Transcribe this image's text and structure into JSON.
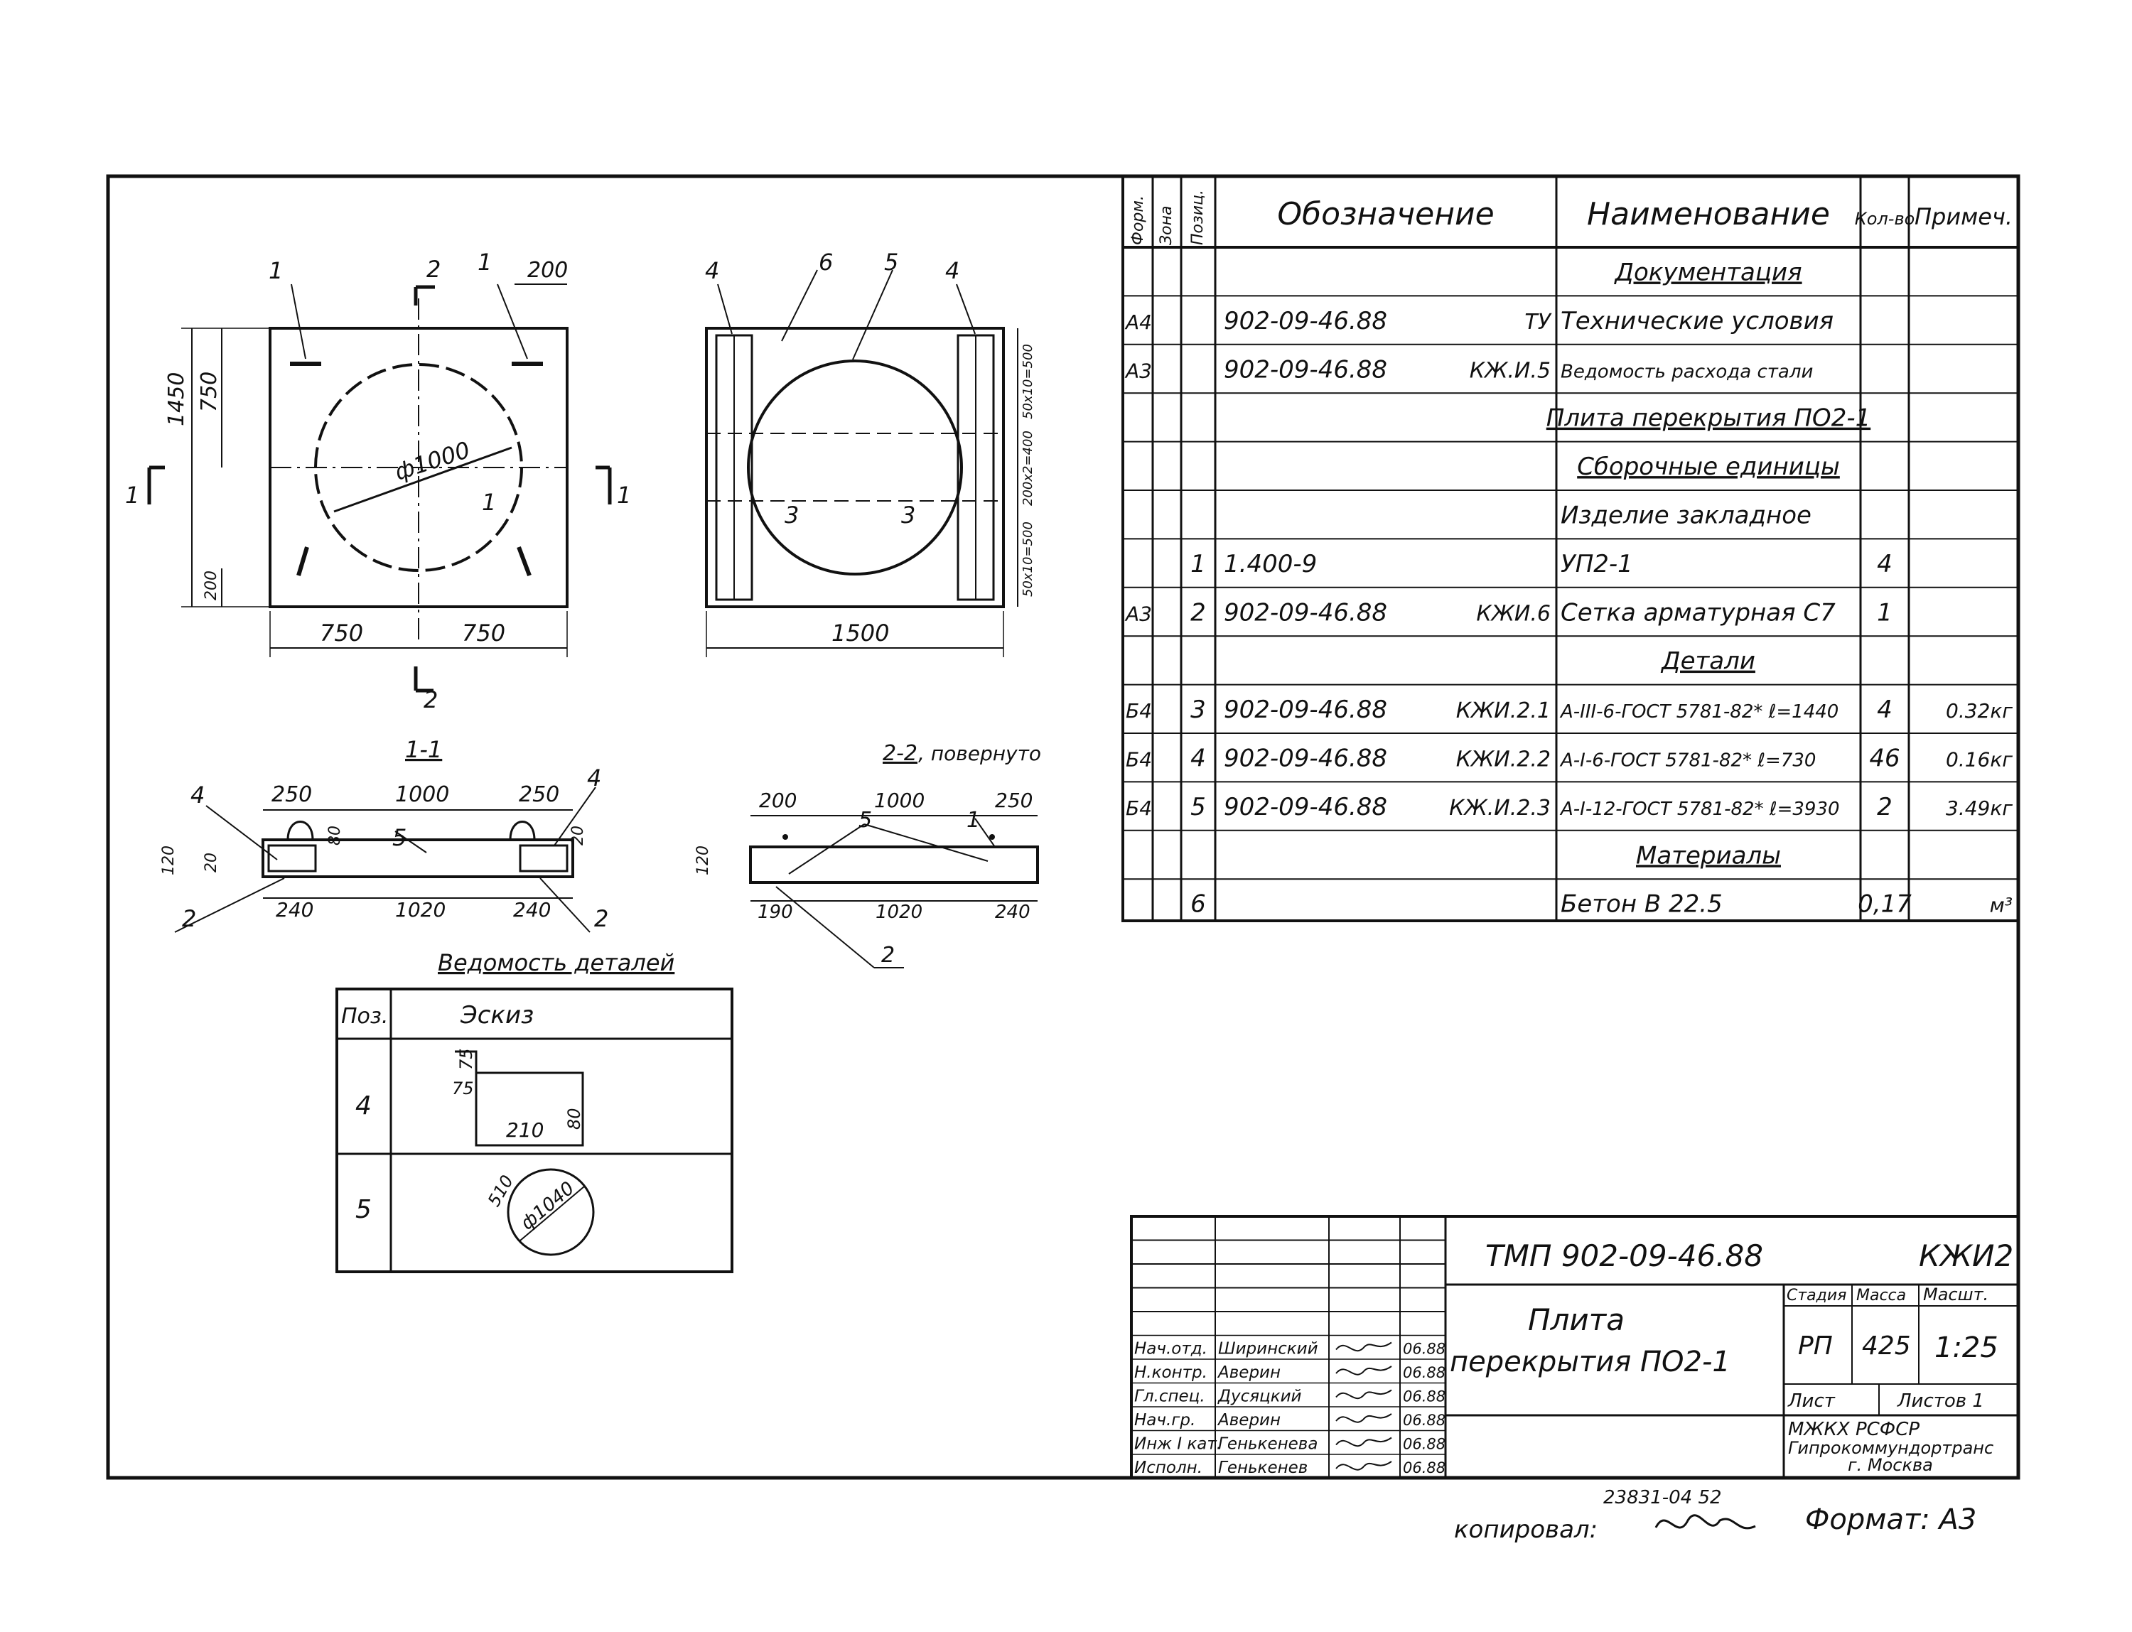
{
  "spec": {
    "headers": {
      "format": "Форм.",
      "zone": "Зона",
      "pos": "Позиц.",
      "designation": "Обозначение",
      "name": "Наименование",
      "qty": "Кол-во",
      "note": "Примеч."
    },
    "rows": [
      {
        "format": "",
        "pos": "",
        "des": "",
        "code": "",
        "name": "Документация",
        "qty": "",
        "note": "",
        "heading": true
      },
      {
        "format": "А4",
        "pos": "",
        "des": "902-09-46.88",
        "code": "ТУ",
        "name": "Технические условия",
        "qty": "",
        "note": "",
        "heading": false
      },
      {
        "format": "А3",
        "pos": "",
        "des": "902-09-46.88",
        "code": "КЖ.И.5",
        "name": "Ведомость расхода стали",
        "qty": "",
        "note": "",
        "heading": false
      },
      {
        "format": "",
        "pos": "",
        "des": "",
        "code": "",
        "name": "Плита перекрытия ПО2-1",
        "qty": "",
        "note": "",
        "heading": true
      },
      {
        "format": "",
        "pos": "",
        "des": "",
        "code": "",
        "name": "Сборочные единицы",
        "qty": "",
        "note": "",
        "heading": true
      },
      {
        "format": "",
        "pos": "",
        "des": "",
        "code": "",
        "name": "Изделие закладное",
        "qty": "",
        "note": "",
        "heading": false
      },
      {
        "format": "",
        "pos": "1",
        "des": "1.400-9",
        "code": "",
        "name": "УП2-1",
        "qty": "4",
        "note": "",
        "heading": false
      },
      {
        "format": "А3",
        "pos": "2",
        "des": "902-09-46.88",
        "code": "КЖИ.6",
        "name": "Сетка арматурная С7",
        "qty": "1",
        "note": "",
        "heading": false
      },
      {
        "format": "",
        "pos": "",
        "des": "",
        "code": "",
        "name": "Детали",
        "qty": "",
        "note": "",
        "heading": true
      },
      {
        "format": "Б4",
        "pos": "3",
        "des": "902-09-46.88",
        "code": "КЖИ.2.1",
        "name": "А-III-6-ГОСТ 5781-82* ℓ=1440",
        "qty": "4",
        "note": "0.32кг",
        "heading": false
      },
      {
        "format": "Б4",
        "pos": "4",
        "des": "902-09-46.88",
        "code": "КЖИ.2.2",
        "name": "А-I-6-ГОСТ 5781-82* ℓ=730",
        "qty": "46",
        "note": "0.16кг",
        "heading": false
      },
      {
        "format": "Б4",
        "pos": "5",
        "des": "902-09-46.88",
        "code": "КЖ.И.2.3",
        "name": "А-I-12-ГОСТ 5781-82* ℓ=3930",
        "qty": "2",
        "note": "3.49кг",
        "heading": false
      },
      {
        "format": "",
        "pos": "",
        "des": "",
        "code": "",
        "name": "Материалы",
        "qty": "",
        "note": "",
        "heading": true
      },
      {
        "format": "",
        "pos": "6",
        "des": "",
        "code": "",
        "name": "Бетон В 22.5",
        "qty": "0,17",
        "note": "м³",
        "heading": false
      }
    ]
  },
  "plan": {
    "dims": {
      "height": "1450",
      "half_height": "750",
      "edge": "200",
      "bottom_edge": "200",
      "left": "750",
      "right": "750",
      "diameter": "ф1000"
    },
    "callouts": [
      "1",
      "1",
      "1",
      "1",
      "1"
    ],
    "section_marks": {
      "s1": "1",
      "s2": "2"
    }
  },
  "view2": {
    "callouts": [
      "4",
      "6",
      "5",
      "4",
      "3",
      "3"
    ],
    "dims": {
      "width": "1500",
      "d1": "50х10=500",
      "d2": "200х2=400",
      "d3": "50х10=500"
    }
  },
  "section11": {
    "title": "1-1",
    "dims": [
      "250",
      "1000",
      "250",
      "240",
      "1020",
      "240",
      "120",
      "20",
      "80",
      "20"
    ],
    "callouts": [
      "4",
      "5",
      "4",
      "2",
      "2"
    ]
  },
  "section22": {
    "title": "2-2",
    "subtitle": ", повернуто",
    "dims": [
      "200",
      "1000",
      "250",
      "190",
      "1020",
      "240",
      "120"
    ],
    "callouts": [
      "5",
      "1",
      "2"
    ]
  },
  "details": {
    "title": "Ведомость деталей",
    "col_pos": "Поз.",
    "col_sketch": "Эскиз",
    "rows": [
      {
        "pos": "4",
        "dims": [
          "75",
          "75",
          "80",
          "210"
        ]
      },
      {
        "pos": "5",
        "dims": [
          "510",
          "ф1040"
        ]
      }
    ]
  },
  "titleblock": {
    "code": "ТМП  902-09-46.88",
    "sheet_code": "КЖИ2",
    "name_line1": "Плита",
    "name_line2": "перекрытия  ПО2-1",
    "stage_label": "Стадия",
    "mass_label": "Масса",
    "scale_label": "Масшт.",
    "stage": "РП",
    "mass": "425",
    "scale": "1:25",
    "sheet_label": "Лист",
    "sheets_label": "Листов 1",
    "org1": "МЖКХ         РСФСР",
    "org2": "Гипрокоммундортранс",
    "org3": "г. Москва",
    "signers": [
      {
        "role": "Нач.отд.",
        "name": "Ширинский",
        "date": "06.88"
      },
      {
        "role": "Н.контр.",
        "name": "Аверин",
        "date": "06.88"
      },
      {
        "role": "Гл.спец.",
        "name": "Дусяцкий",
        "date": "06.88"
      },
      {
        "role": "Нач.гр.",
        "name": "Аверин",
        "date": "06.88"
      },
      {
        "role": "Инж I кат.",
        "name": "Генькенева",
        "date": "06.88"
      },
      {
        "role": "Исполн.",
        "name": "Генькенев",
        "date": "06.88"
      }
    ]
  },
  "footer": {
    "inv": "23831-04   52",
    "copied": "копировал:",
    "format": "Формат: А3"
  }
}
